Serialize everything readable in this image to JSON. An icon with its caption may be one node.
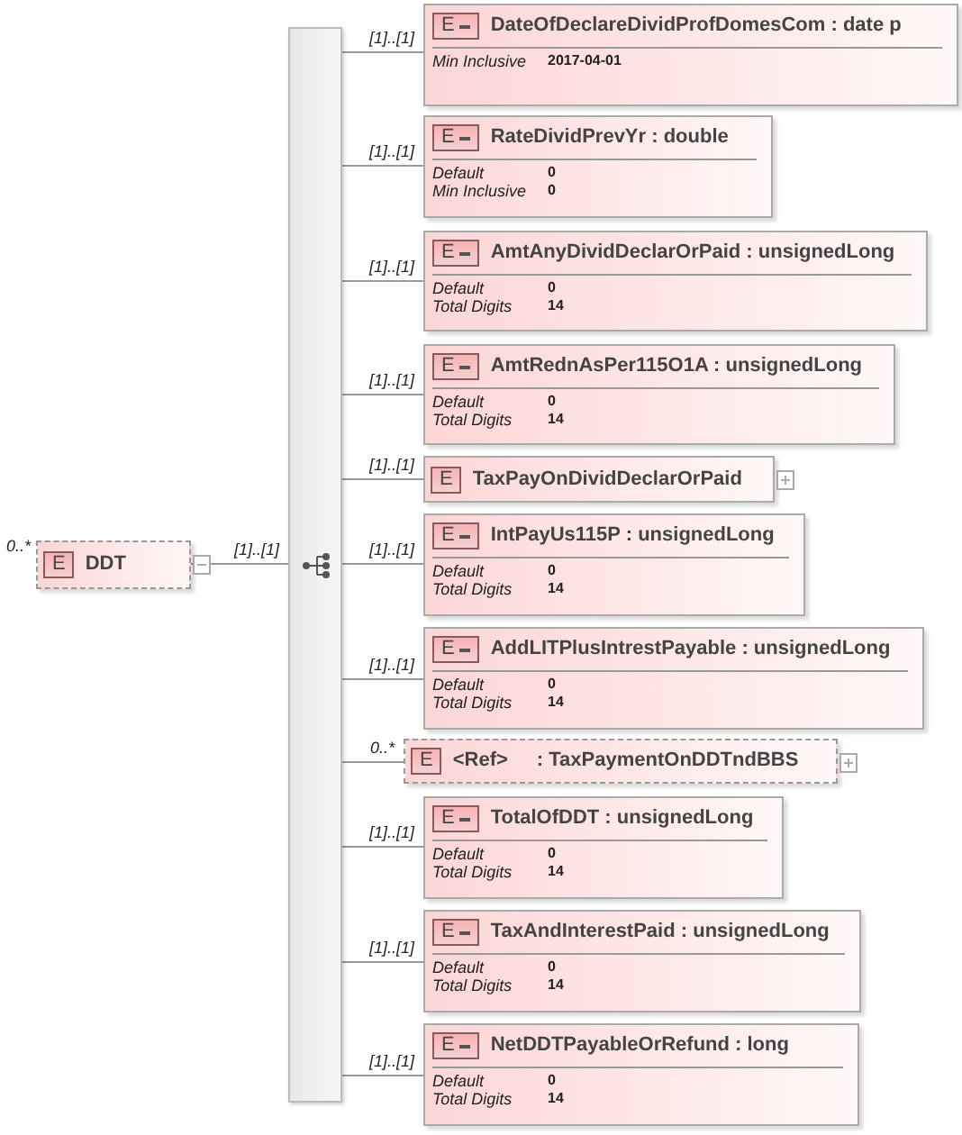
{
  "diagram": {
    "nodes": [
      {
        "text": [
          "E",
          "DDT"
        ],
        "beside": [
          "0..*"
        ]
      },
      {
        "text": [],
        "shape": "bar"
      },
      {
        "text": [
          "E",
          "DateOfDeclareDividProfDomesCom : date p",
          "Min Inclusive",
          "2017-04-01"
        ]
      },
      {
        "text": [
          "E",
          "RateDividPrevYr : double",
          "Default",
          "0",
          "Min Inclusive",
          "0"
        ]
      },
      {
        "text": [
          "E",
          "AmtAnyDividDeclarOrPaid : unsignedLong",
          "Default",
          "0",
          "Total Digits",
          "14"
        ]
      },
      {
        "text": [
          "E",
          "AmtRednAsPer115O1A : unsignedLong",
          "Default",
          "0",
          "Total Digits",
          "14"
        ]
      },
      {
        "text": [
          "E",
          "TaxPayOnDividDeclarOrPaid"
        ]
      },
      {
        "text": [
          "E",
          "IntPayUs115P : unsignedLong",
          "Default",
          "0",
          "Total Digits",
          "14"
        ]
      },
      {
        "text": [
          "E",
          "AddLITPlusIntrestPayable : unsignedLong",
          "Default",
          "0",
          "Total Digits",
          "14"
        ]
      },
      {
        "text": [
          "E",
          "<Ref>",
          ": TaxPaymentOnDDTndBBS"
        ]
      },
      {
        "text": [
          "E",
          "TotalOfDDT : unsignedLong",
          "Default",
          "0",
          "Total Digits",
          "14"
        ]
      },
      {
        "text": [
          "E",
          "TaxAndInterestPaid : unsignedLong",
          "Default",
          "0",
          "Total Digits",
          "14"
        ]
      },
      {
        "text": [
          "E",
          "NetDDTPayableOrRefund : long",
          "Default",
          "0",
          "Total Digits",
          "14"
        ]
      }
    ],
    "edges": [
      {
        "from": 0,
        "to": 1,
        "arrow": "none",
        "label": "[1]..[1]"
      },
      {
        "from": 1,
        "to": 2,
        "arrow": "none",
        "label": "[1]..[1]"
      },
      {
        "from": 1,
        "to": 3,
        "arrow": "none",
        "label": "[1]..[1]"
      },
      {
        "from": 1,
        "to": 4,
        "arrow": "none",
        "label": "[1]..[1]"
      },
      {
        "from": 1,
        "to": 5,
        "arrow": "none",
        "label": "[1]..[1]"
      },
      {
        "from": 1,
        "to": 6,
        "arrow": "none",
        "label": "[1]..[1]"
      },
      {
        "from": 1,
        "to": 7,
        "arrow": "none",
        "label": "[1]..[1]"
      },
      {
        "from": 1,
        "to": 8,
        "arrow": "none",
        "label": "[1]..[1]"
      },
      {
        "from": 1,
        "to": 9,
        "arrow": "none",
        "label": "0..*"
      },
      {
        "from": 1,
        "to": 10,
        "arrow": "none",
        "label": "[1]..[1]"
      },
      {
        "from": 1,
        "to": 11,
        "arrow": "none",
        "label": "[1]..[1]"
      },
      {
        "from": 1,
        "to": 12,
        "arrow": "none",
        "label": "[1]..[1]"
      }
    ]
  }
}
